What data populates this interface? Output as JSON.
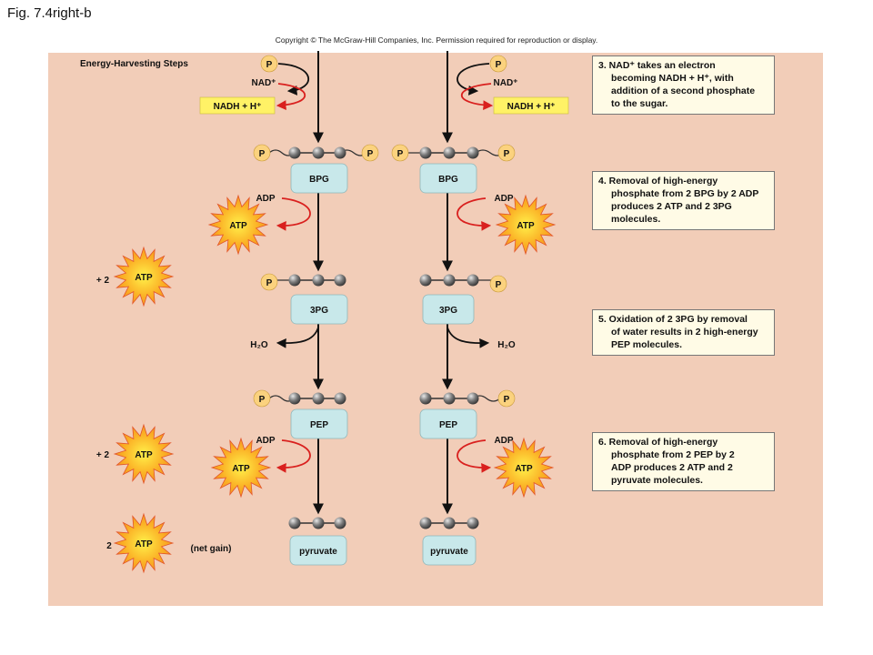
{
  "figure_title": "Fig. 7.4right-b",
  "copyright": "Copyright © The McGraw-Hill Companies, Inc. Permission required for reproduction or display.",
  "section_heading": "Energy-Harvesting Steps",
  "labels": {
    "phosphate": "P",
    "nad": "NAD⁺",
    "nadh": "NADH + H⁺",
    "adp": "ADP",
    "atp": "ATP",
    "water": "H₂O",
    "bpg": "BPG",
    "three_pg": "3PG",
    "pep": "PEP",
    "pyruvate": "pyruvate",
    "plus_two": "+ 2",
    "two": "2",
    "net_gain": "(net gain)"
  },
  "steps": [
    {
      "lines": [
        "3. NAD⁺ takes an electron",
        "becoming NADH + H⁺, with",
        "addition of a second phosphate",
        "to the sugar."
      ]
    },
    {
      "lines": [
        "4. Removal of high-energy",
        "phosphate from 2 BPG by 2 ADP",
        "produces 2 ATP  and 2 3PG",
        "molecules."
      ]
    },
    {
      "lines": [
        "5. Oxidation of 2 3PG by removal",
        "of water results in 2 high-energy",
        "PEP molecules."
      ]
    },
    {
      "lines": [
        "6. Removal of high-energy",
        "phosphate from 2 PEP by 2",
        "ADP produces 2 ATP and 2",
        "pyruvate  molecules."
      ]
    }
  ],
  "colors": {
    "panel": "#f2cdb8",
    "molecule_box": "#c8e8ea",
    "phosphate": "#fbd27e",
    "nadh_box": "#fff266",
    "red_arrow": "#d9201e",
    "atp_burst": "#f7a21c"
  }
}
